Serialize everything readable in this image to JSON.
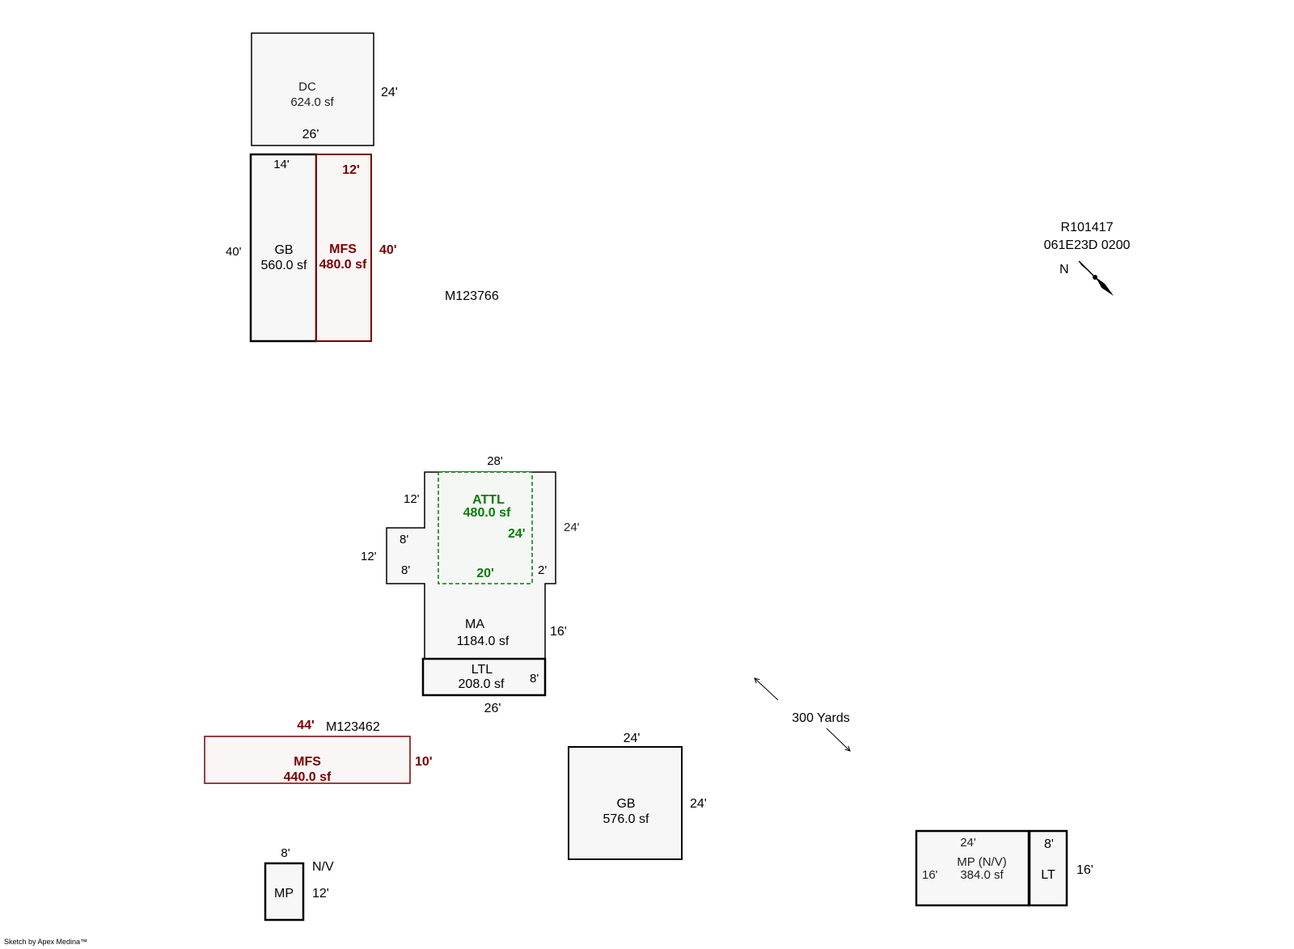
{
  "parcel": {
    "account": "R101417",
    "map_tax_lot": "061E23D 0200"
  },
  "north_label": "N",
  "scale_label": "300 Yards",
  "labels": {
    "m1": "M123766",
    "m2": "M123462"
  },
  "dc": {
    "code": "DC",
    "area": "624.0 sf",
    "dim_right": "24'",
    "dim_bottom": "26'"
  },
  "gb1": {
    "code": "GB",
    "area": "560.0 sf",
    "dim_top": "14'",
    "dim_left": "40'"
  },
  "mfs1": {
    "code": "MFS",
    "area": "480.0 sf",
    "dim_top": "12'",
    "dim_right": "40'"
  },
  "main": {
    "code": "MA",
    "area": "1184.0 sf",
    "dims": {
      "top": "28'",
      "upper_left": "12'",
      "notch_top": "8'",
      "notch_left": "12'",
      "notch_bottom": "8'",
      "right": "24'",
      "step": "2'",
      "lower_right": "16'"
    }
  },
  "attl": {
    "code": "ATTL",
    "area": "480.0 sf",
    "dim_right": "24'",
    "dim_bottom": "20'"
  },
  "ltl": {
    "code": "LTL",
    "area": "208.0 sf",
    "dim_right": "8'",
    "dim_bottom": "26'"
  },
  "mfs2": {
    "code": "MFS",
    "area": "440.0 sf",
    "dim_top": "44'",
    "dim_right": "10'"
  },
  "gb2": {
    "code": "GB",
    "area": "576.0 sf",
    "dim_top": "24'",
    "dim_right": "24'"
  },
  "mp_small": {
    "code": "MP",
    "note": "N/V",
    "dim_top": "8'",
    "dim_right": "12'"
  },
  "mp_nv": {
    "code": "MP (N/V)",
    "area": "384.0 sf",
    "dim_top": "24'",
    "dim_left": "16'"
  },
  "lt": {
    "code": "LT",
    "dim_top": "8'",
    "dim_right": "16'"
  },
  "footer": "Sketch by Apex Medina™",
  "colors": {
    "line": "#000000",
    "mfs": "#7a0000",
    "attl": "#0a7a0a",
    "fill": "#f7f7f7",
    "mfs_fill": "#fbf6f6"
  }
}
